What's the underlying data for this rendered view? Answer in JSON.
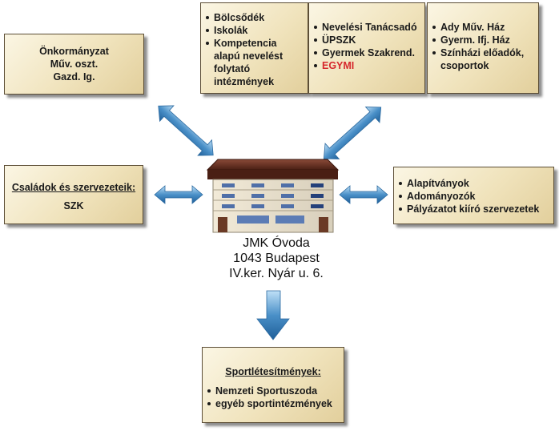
{
  "boxes": {
    "onkormanyzat": {
      "lines": [
        "Önkormányzat",
        "Műv. oszt.",
        "Gazd. Ig."
      ]
    },
    "schools": {
      "items": [
        "Bölcsődék",
        "Iskolák",
        "Kompetencia alapú nevelést folytató intézmények"
      ]
    },
    "counseling": {
      "items": [
        "Nevelési Tanácsadó",
        "ÜPSZK",
        "Gyermek Szakrend.",
        "EGYMI"
      ]
    },
    "culture": {
      "items": [
        "Ady Műv. Ház",
        "Gyerm. Ifj. Ház",
        "Színházi előadók, csoportok"
      ]
    },
    "families": {
      "title": "Családok és szervezeteik:",
      "value": "SZK"
    },
    "foundations": {
      "items": [
        "Alapítványok",
        "Adományozók",
        "Pályázatot kiíró szervezetek"
      ]
    },
    "sport": {
      "title": "Sportlétesítmények:",
      "items": [
        "Nemzeti Sportuszoda",
        "egyéb sportintézmények"
      ]
    }
  },
  "center": {
    "lines": [
      "JMK Óvoda",
      "1043 Budapest",
      "IV.ker. Nyár u. 6."
    ]
  },
  "colors": {
    "arrow": "#4a90c8",
    "roof": "#5b2a1d",
    "box_border": "#5c4e36",
    "highlight": "#d6282d"
  }
}
